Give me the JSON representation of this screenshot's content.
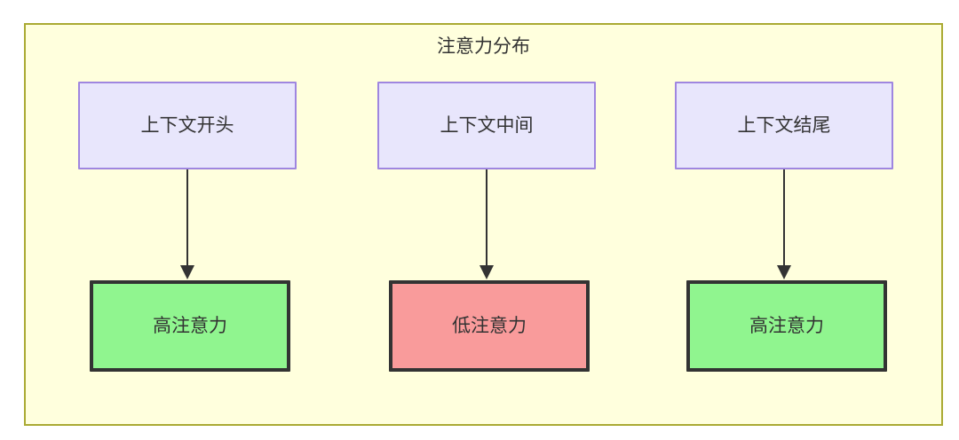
{
  "diagram": {
    "title": "注意力分布",
    "background_color": "#ffffdd",
    "border_color": "#aaaa33",
    "nodes": {
      "context": [
        {
          "id": "context-start",
          "label": "上下文开头",
          "fill": "#e8e6fc",
          "border": "#9f86e0"
        },
        {
          "id": "context-middle",
          "label": "上下文中间",
          "fill": "#e8e6fc",
          "border": "#9f86e0"
        },
        {
          "id": "context-end",
          "label": "上下文结尾",
          "fill": "#e8e6fc",
          "border": "#9f86e0"
        }
      ],
      "attention": [
        {
          "id": "attention-high-start",
          "label": "高注意力",
          "fill": "#90f58f",
          "border": "#333333"
        },
        {
          "id": "attention-low-middle",
          "label": "低注意力",
          "fill": "#f99b9b",
          "border": "#333333"
        },
        {
          "id": "attention-high-end",
          "label": "高注意力",
          "fill": "#90f58f",
          "border": "#333333"
        }
      ]
    },
    "edges": [
      {
        "from": "context-start",
        "to": "attention-high-start",
        "style": "arrow"
      },
      {
        "from": "context-middle",
        "to": "attention-low-middle",
        "style": "arrow"
      },
      {
        "from": "context-end",
        "to": "attention-high-end",
        "style": "arrow"
      }
    ]
  }
}
